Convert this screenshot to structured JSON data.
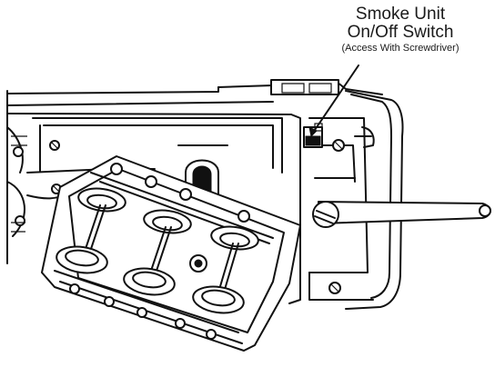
{
  "callout": {
    "line1": "Smoke Unit",
    "line2": "On/Off Switch",
    "line3": "(Access With Screwdriver)"
  },
  "colors": {
    "ink": "#111111",
    "paper": "#ffffff"
  }
}
